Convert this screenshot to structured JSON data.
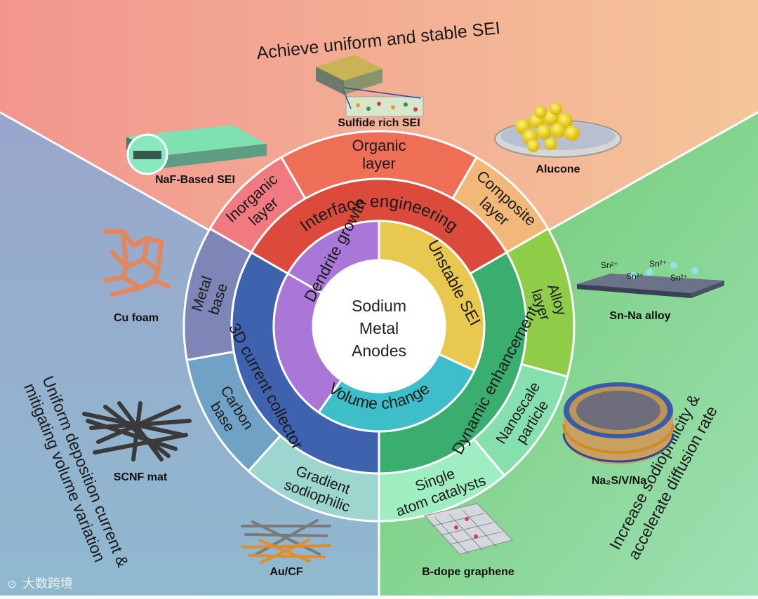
{
  "center": {
    "line1": "Sodium",
    "line2": "Metal",
    "line3": "Anodes"
  },
  "inner_ring": {
    "dendrite": "Dendrite growth",
    "sei": "Unstable SEI",
    "volume": "Volume change"
  },
  "middle_ring": {
    "interface": "Interface engineering",
    "dynamic": "Dynamic enhancement",
    "collector": "3D current collector"
  },
  "outer_ring": {
    "inorganic": [
      "Inorganic",
      "layer"
    ],
    "organic": [
      "Organic",
      "layer"
    ],
    "composite": [
      "Composite",
      "layer"
    ],
    "alloy": [
      "Alloy",
      "layer"
    ],
    "nanoscale": [
      "Nanoscale",
      "particle"
    ],
    "single_atom": [
      "Single",
      "atom catalysts"
    ],
    "gradient": [
      "Gradient",
      "sodiophilic"
    ],
    "carbon": [
      "Carbon",
      "base"
    ],
    "metal": [
      "Metal",
      "base"
    ]
  },
  "sector_titles": {
    "top": "Achieve uniform and stable SEI",
    "left": [
      "Uniform deposition current &",
      "mitigating volume variation"
    ],
    "right": [
      "Increase sodiophilicity &",
      "accelerate diffusion rate"
    ]
  },
  "captions": {
    "sulfide": "Sulfide rich SEI",
    "naf": "NaF-Based SEI",
    "alucone": "Alucone",
    "cu_foam": "Cu foam",
    "sn_na": "Sn-Na alloy",
    "scnf": "SCNF mat",
    "na2s": "Na₂S/V/Na",
    "b_dope": "B-dope graphene",
    "au_cf": "Au/CF"
  },
  "ion_labels": [
    "Sn²⁺",
    "Sn²⁺",
    "Sn²⁺",
    "Sn²⁺"
  ],
  "watermark": "大数跨境",
  "colors": {
    "top_bg": "#F0A090",
    "left_bg": "#8FA8C8",
    "right_bg": "#7ECB8A",
    "interface": "#DB4A3A",
    "dynamic": "#3AAE6E",
    "collector": "#3F62AE",
    "dendrite": "#A977D8",
    "sei": "#E8C84E",
    "volume": "#3EBEC9"
  }
}
